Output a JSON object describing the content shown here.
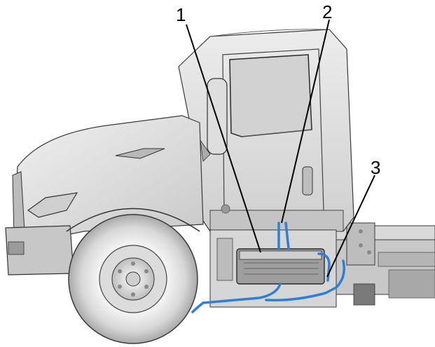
{
  "callouts": [
    {
      "id": "1",
      "label": "1"
    },
    {
      "id": "2",
      "label": "2"
    },
    {
      "id": "3",
      "label": "3"
    }
  ],
  "colors": {
    "background": "#ffffff",
    "body_light": "#e6e6e6",
    "body_mid": "#cfcfcf",
    "body_dark": "#9a9a9a",
    "line": "#2a2a2a",
    "hose_blue": "#2f7fd6",
    "tire_dark": "#8e8e8e"
  }
}
